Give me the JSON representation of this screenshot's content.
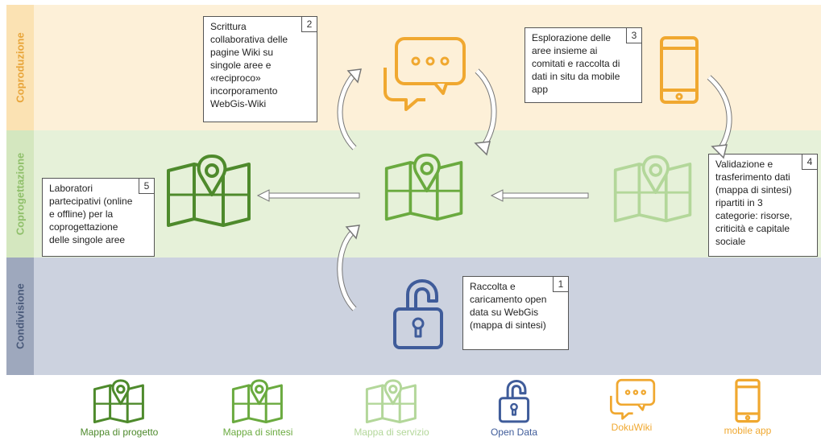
{
  "bands": {
    "coproduzione": "Coproduzione",
    "coprogettazione": "Coprogettazione",
    "condivisione": "Condivisione"
  },
  "steps": [
    {
      "num": "1",
      "text": "Raccolta e caricamento open data su WebGis (mappa di sintesi)"
    },
    {
      "num": "2",
      "text": "Scrittura collaborativa delle pagine Wiki su singole aree e «reciproco» incorporamento WebGis-Wiki"
    },
    {
      "num": "3",
      "text": "Esplorazione delle aree insieme ai comitati e raccolta di dati in situ da mobile app"
    },
    {
      "num": "4",
      "text": "Validazione e trasferimento dati (mappa di sintesi) ripartiti in 3 categorie: risorse, criticità e capitale sociale"
    },
    {
      "num": "5",
      "text": "Laboratori partecipativi (online e offline) per la coprogettazione delle singole aree"
    }
  ],
  "legend": [
    {
      "label": "Mappa di progetto",
      "icon": "map-pin-icon",
      "color": "#4e8a2c"
    },
    {
      "label": "Mappa di sintesi",
      "icon": "map-pin-icon",
      "color": "#6aaa3f"
    },
    {
      "label": "Mappa di servizio",
      "icon": "map-pin-icon",
      "color": "#b3d79a"
    },
    {
      "label": "Open Data",
      "icon": "padlock-icon",
      "color": "#3f5c9a"
    },
    {
      "label": "DokuWiki",
      "icon": "chat-bubbles-icon",
      "color": "#f0a830"
    },
    {
      "label": "mobile app",
      "icon": "smartphone-icon",
      "color": "#f0a830"
    }
  ],
  "colors": {
    "dark_green": "#4e8a2c",
    "mid_green": "#6aaa3f",
    "light_green": "#b3d79a",
    "blue": "#3f5c9a",
    "orange": "#f0a830"
  }
}
